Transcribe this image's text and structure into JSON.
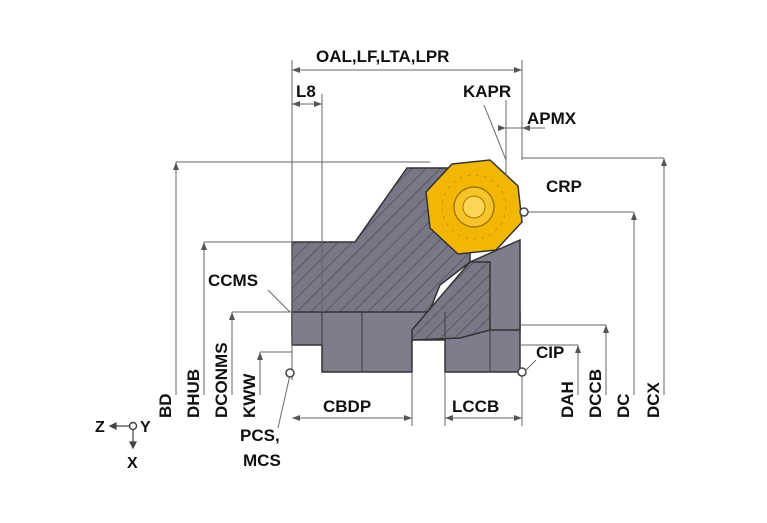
{
  "labels": {
    "oal": "OAL,LF,LTA,LPR",
    "l8": "L8",
    "kapr": "KAPR",
    "apmx": "APMX",
    "crp": "CRP",
    "ccms": "CCMS",
    "cip": "CIP",
    "bd": "BD",
    "dhub": "DHUB",
    "dconms": "DCONMS",
    "kww": "KWW",
    "cbdp": "CBDP",
    "lccb": "LCCB",
    "dah": "DAH",
    "dccb": "DCCB",
    "dc": "DC",
    "dcx": "DCX",
    "pcs": "PCS,",
    "mcs": "MCS",
    "axis_z": "Z",
    "axis_y": "Y",
    "axis_x": "X"
  },
  "colors": {
    "body": "#7a7a88",
    "body_dark": "#5c5c68",
    "outline": "#333333",
    "insert": "#f2b705",
    "insert_dark": "#c98f00",
    "dim_line": "#666666"
  }
}
